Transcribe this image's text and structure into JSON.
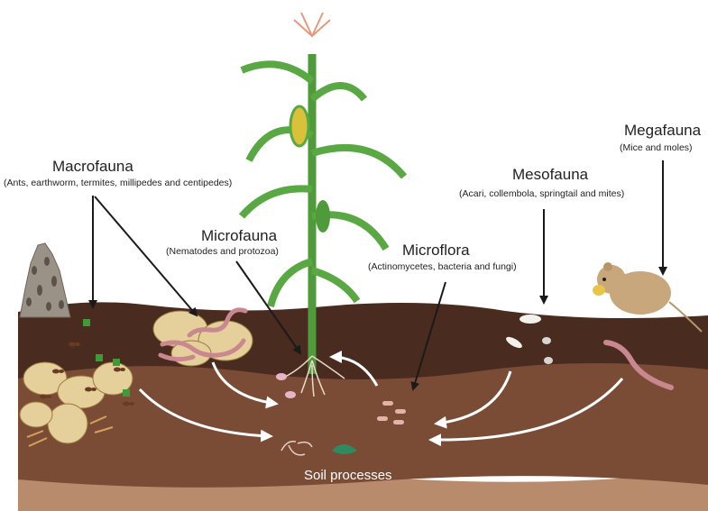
{
  "labels": {
    "macrofauna": {
      "title": "Macrofauna",
      "subtitle": "(Ants, earthworm, termites, millipedes and centipedes)"
    },
    "microfauna": {
      "title": "Microfauna",
      "subtitle": "(Nematodes and protozoa)"
    },
    "microflora": {
      "title": "Microflora",
      "subtitle": "(Actinomycetes, bacteria and fungi)"
    },
    "mesofauna": {
      "title": "Mesofauna",
      "subtitle": "(Acari, collembola, springtail and mites)"
    },
    "megafauna": {
      "title": "Megafauna",
      "subtitle": "(Mice and moles)"
    },
    "soil_processes": "Soil processes"
  },
  "colors": {
    "topsoil": "#4a2b1f",
    "subsoil": "#7a4c36",
    "deep_soil": "#b78b6c",
    "plant_green": "#4f9a3a",
    "arrow_dark": "#1a1a1a",
    "arrow_light": "#ffffff",
    "earthworm": "#c9878f",
    "leaf": "#e5cf9a"
  },
  "icons": [
    "termite-mound-icon",
    "corn-plant-icon",
    "leaf-litter-icon",
    "earthworm-icon",
    "ant-icon",
    "mouse-icon",
    "mite-icon",
    "collembola-icon",
    "bacteria-icon",
    "nematode-icon",
    "fungi-icon"
  ]
}
